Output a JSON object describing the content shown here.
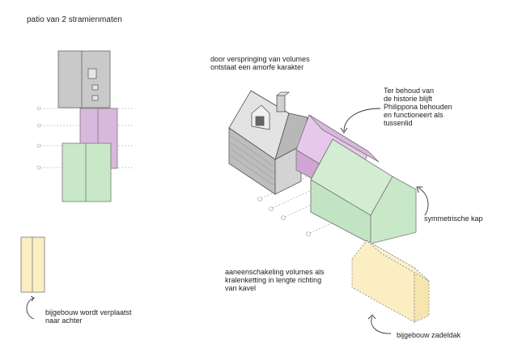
{
  "title": "patio van 2 stramienmaten",
  "annotations": {
    "top_center": "door verspringing van volumes\nontstaat een amorfe karakter",
    "top_right": "Ter behoud van\nde historie blijft\nPhilippona behouden\nen functioneert als\ntussenlid",
    "symmetric_roof": "symmetrische kap",
    "chain": "aaneenschakeling volumes als\nkralenketting in lengte richting\nvan kavel",
    "annex_moved": "bijgebouw wordt verplaatst\nnaar achter",
    "annex_gable": "bijgebouw zadeldak"
  },
  "colors": {
    "existing_grey": "#c9c9c9",
    "purple": "#d9b8dd",
    "green": "#c8e8c8",
    "yellow": "#fbeec2",
    "line": "#555555"
  }
}
